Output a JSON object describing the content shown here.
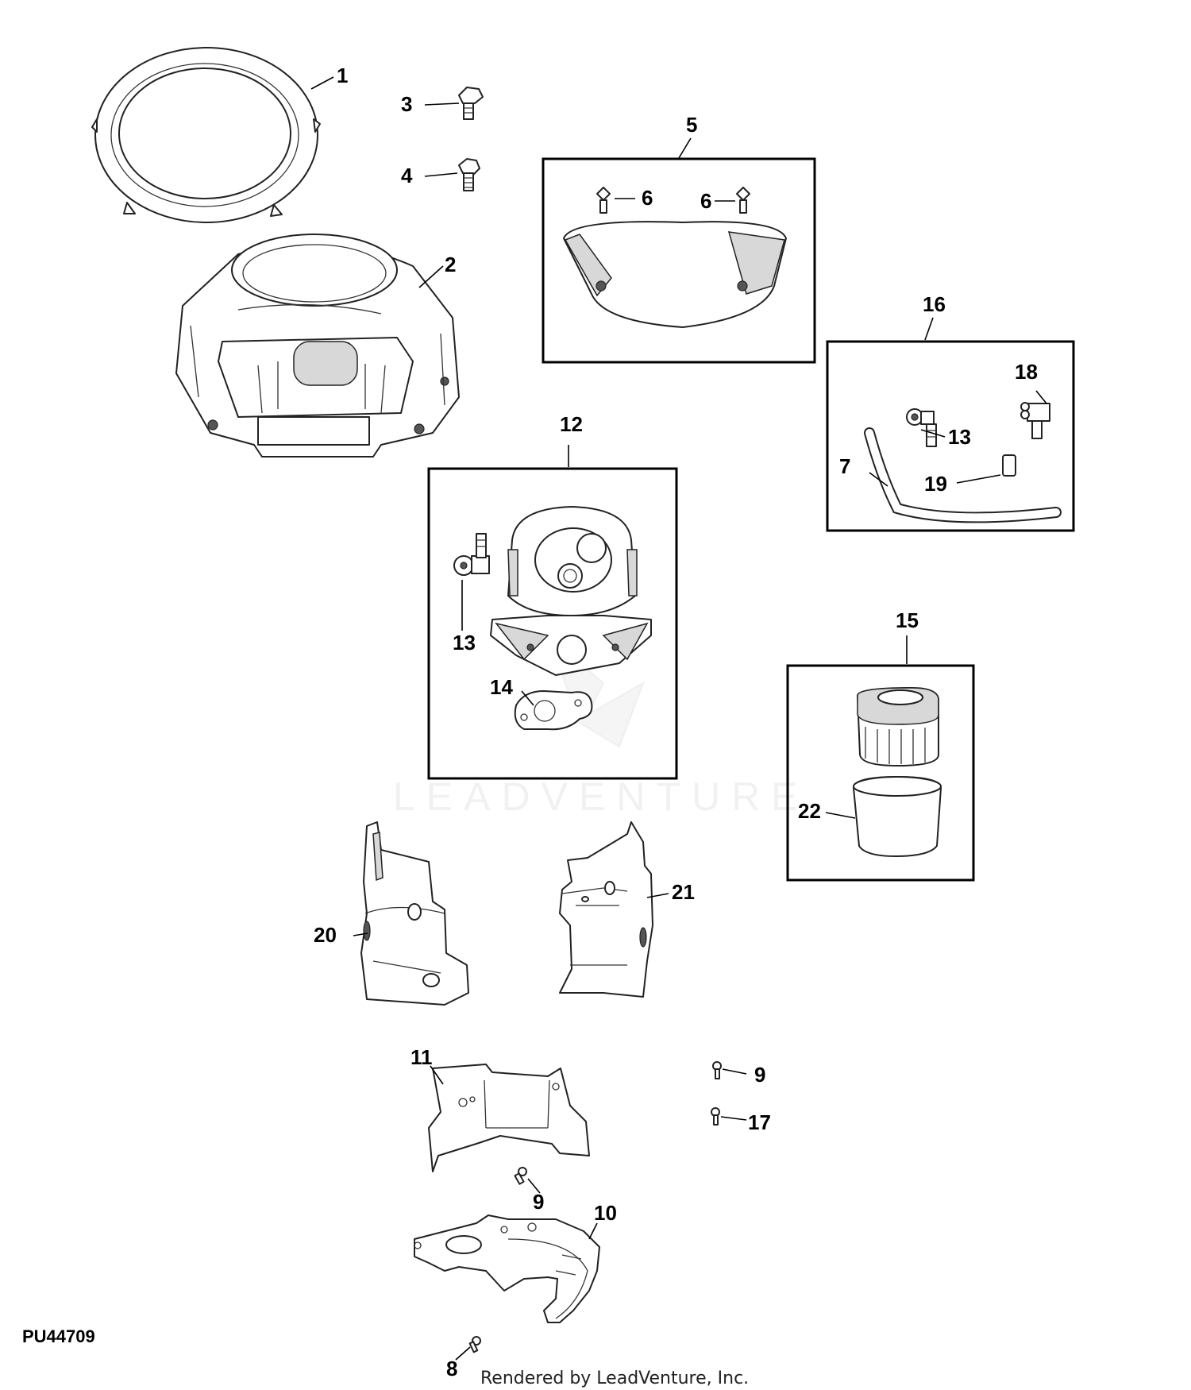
{
  "figure_id": "PU44709",
  "credit": "Rendered by LeadVenture, Inc.",
  "watermark": "LEADVENTURE",
  "callouts": {
    "c1": "1",
    "c2": "2",
    "c3": "3",
    "c4": "4",
    "c5": "5",
    "c6a": "6",
    "c6b": "6",
    "c7": "7",
    "c8": "8",
    "c9a": "9",
    "c9b": "9",
    "c10": "10",
    "c11": "11",
    "c12": "12",
    "c13a": "13",
    "c13b": "13",
    "c14": "14",
    "c15": "15",
    "c16": "16",
    "c17": "17",
    "c18": "18",
    "c19": "19",
    "c20": "20",
    "c21": "21",
    "c22": "22"
  }
}
